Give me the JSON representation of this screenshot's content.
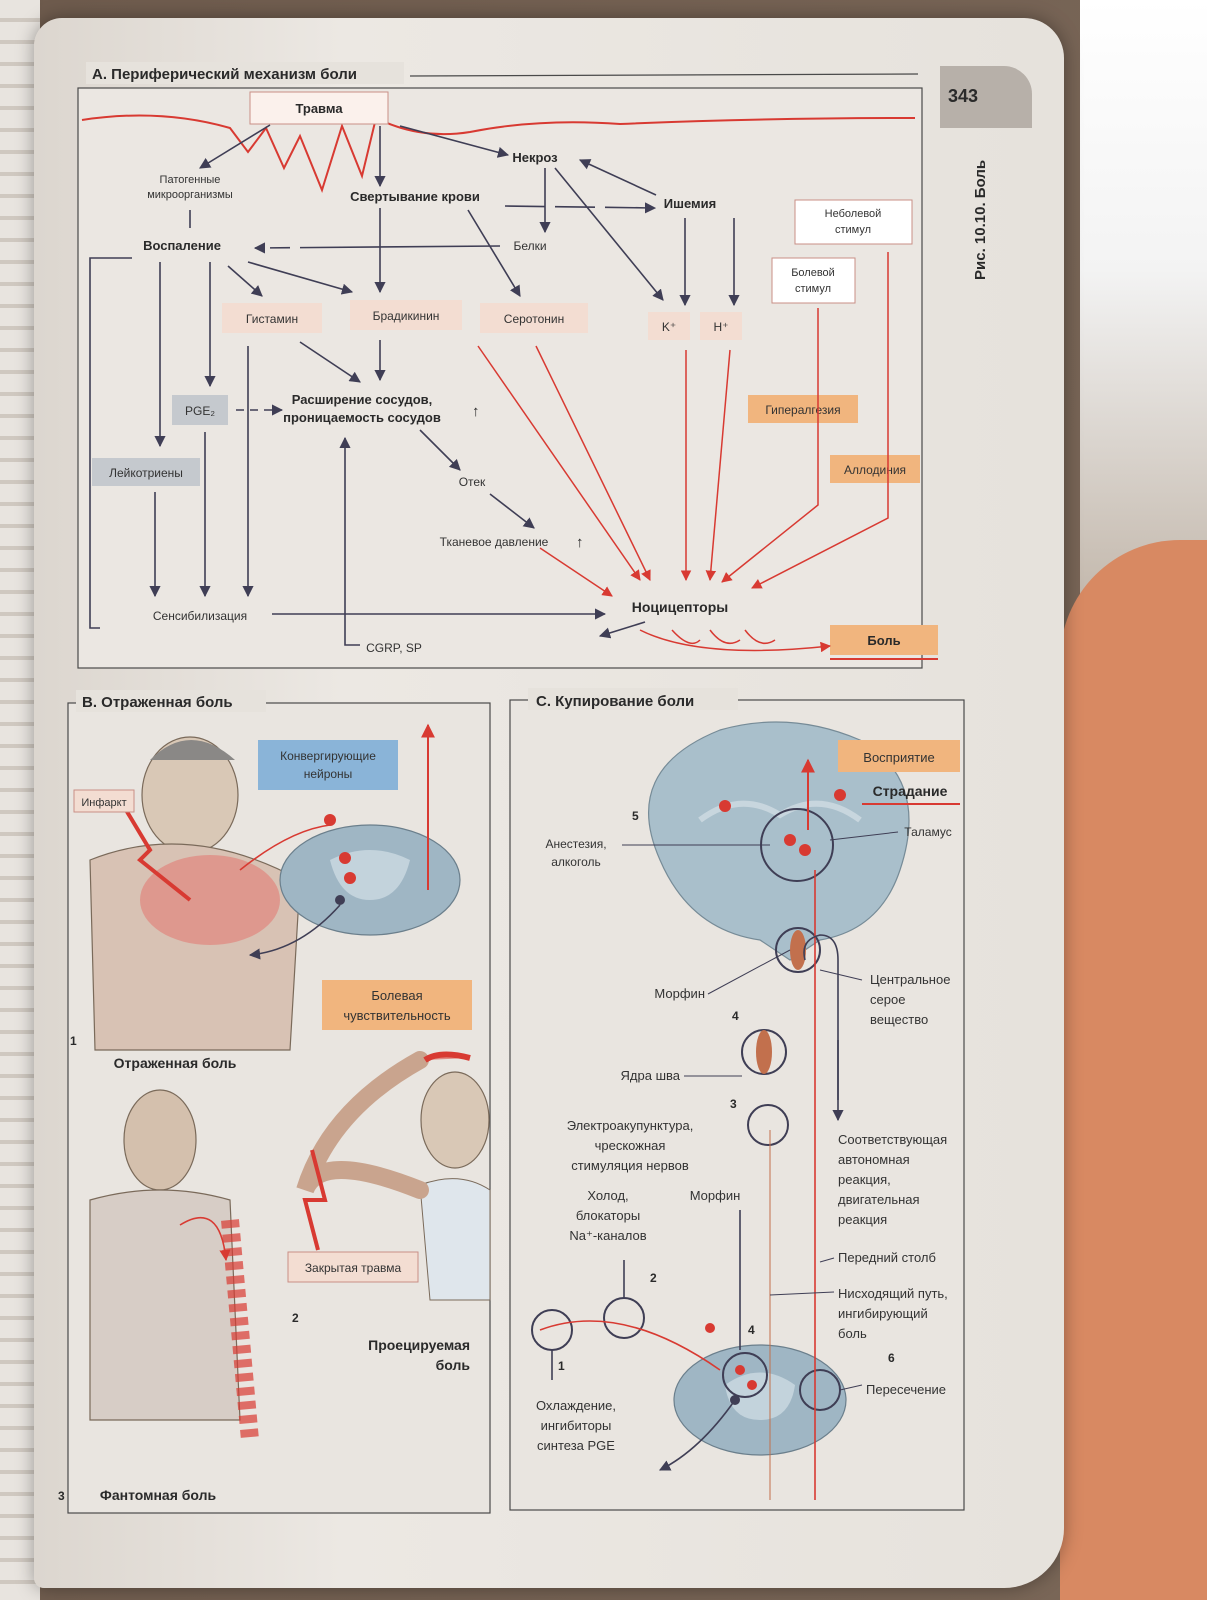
{
  "page_number": "343",
  "figure_label": "Рис. 10.10.  Боль",
  "panelA": {
    "title": "A. Периферический механизм боли",
    "trauma": "Травма",
    "necrosis": "Некроз",
    "pathogens_line1": "Патогенные",
    "pathogens_line2": "микроорганизмы",
    "coagulation": "Свертывание крови",
    "ischemia": "Ишемия",
    "non_pain_line1": "Неболевой",
    "non_pain_line2": "стимул",
    "inflammation": "Воспаление",
    "proteins": "Белки",
    "pain_stim_line1": "Болевой",
    "pain_stim_line2": "стимул",
    "histamine": "Гистамин",
    "bradykinin": "Брадикинин",
    "serotonin": "Серотонин",
    "k_ion": "K⁺",
    "h_ion": "H⁺",
    "pge2": "PGE₂",
    "vaso_line1": "Расширение сосудов,",
    "vaso_line2": "проницаемость сосудов",
    "hyperalgesia": "Гипералгезия",
    "leukotrienes": "Лейкотриены",
    "allodynia": "Аллодиния",
    "edema": "Отек",
    "tissue_pressure": "Тканевое давление",
    "sensitization": "Сенсибилизация",
    "nociceptors": "Ноцицепторы",
    "cgrp": "CGRP, SP",
    "pain": "Боль"
  },
  "panelB": {
    "title": "B. Отраженная боль",
    "infarct": "Инфаркт",
    "converging_line1": "Конвергирующие",
    "converging_line2": "нейроны",
    "num1": "1",
    "referred": "Отраженная боль",
    "sensitivity_line1": "Болевая",
    "sensitivity_line2": "чувствительность",
    "closed_trauma": "Закрытая травма",
    "num2": "2",
    "projected_line1": "Проецируемая",
    "projected_line2": "боль",
    "num3": "3",
    "phantom": "Фантомная боль"
  },
  "panelC": {
    "title": "C. Купирование боли",
    "perception": "Восприятие",
    "suffering": "Страдание",
    "num5": "5",
    "anesthesia_line1": "Анестезия,",
    "anesthesia_line2": "алкоголь",
    "thalamus": "Таламус",
    "morphine1": "Морфин",
    "num4a": "4",
    "central_grey_line1": "Центральное",
    "central_grey_line2": "серое",
    "central_grey_line3": "вещество",
    "raphe": "Ядра шва",
    "num3": "3",
    "electro_line1": "Электроакупунктура,",
    "electro_line2": "чрескожная",
    "electro_line3": "стимуляция нервов",
    "autonomic_line1": "Соответствующая",
    "autonomic_line2": "автономная",
    "autonomic_line3": "реакция,",
    "autonomic_line4": "двигательная",
    "autonomic_line5": "реакция",
    "cold_line1": "Холод,",
    "cold_line2": "блокаторы",
    "cold_line3": "Na⁺-каналов",
    "morphine2": "Морфин",
    "anterior_column": "Передний столб",
    "num2": "2",
    "descending_line1": "Нисходящий путь,",
    "descending_line2": "ингибирующий",
    "descending_line3": "боль",
    "num4b": "4",
    "num6": "6",
    "num1": "1",
    "crossing": "Пересечение",
    "cooling_line1": "Охлаждение,",
    "cooling_line2": "ингибиторы",
    "cooling_line3": "синтеза PGE"
  },
  "colors": {
    "red": "#d83a32",
    "dark": "#3f3e55",
    "pink_box": "#f3ddd2",
    "orange_box": "#f1b57e",
    "blue_box": "#8ab4d8",
    "grey_box": "#c5c9ce",
    "brain": "#a9bfcb"
  }
}
